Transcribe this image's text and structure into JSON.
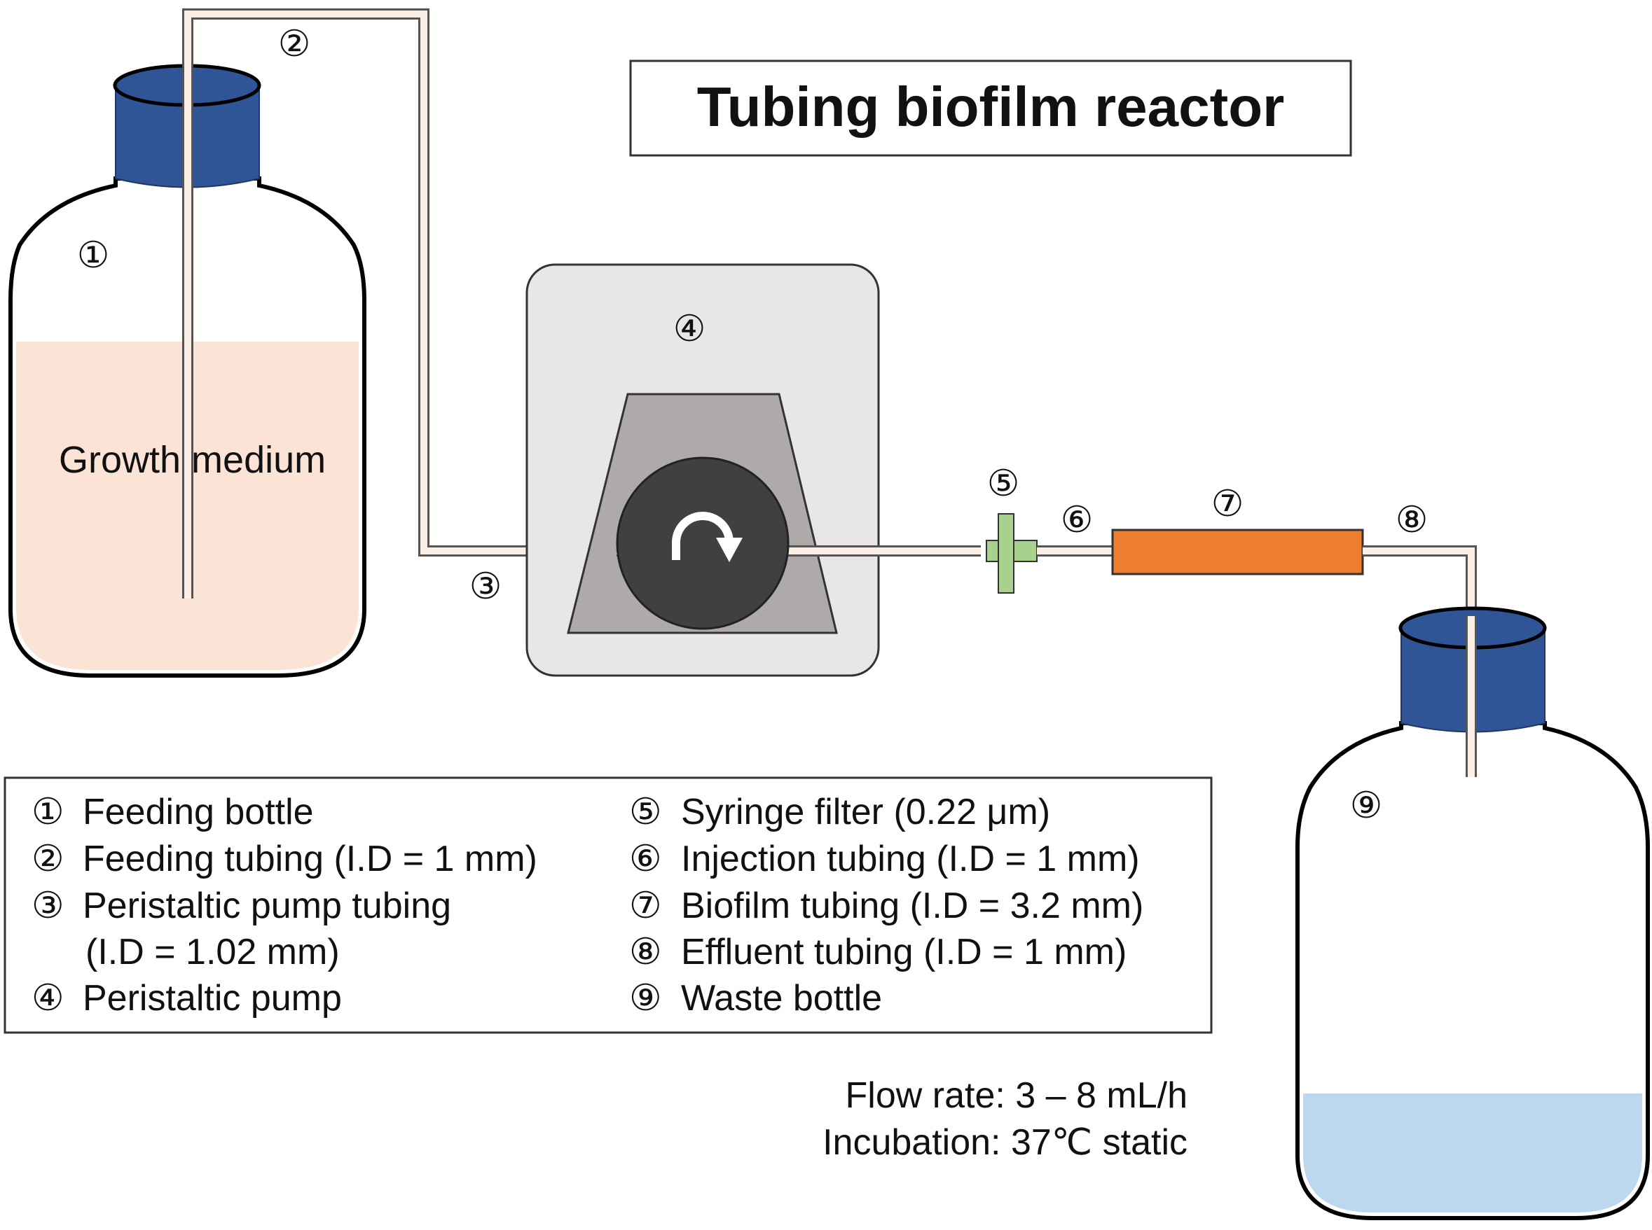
{
  "title": "Tubing biofilm reactor",
  "medium_label": "Growth medium",
  "markers": {
    "feeding_bottle": "①",
    "feeding_tubing": "②",
    "pump_tubing": "③",
    "pump": "④",
    "filter": "⑤",
    "injection_tubing": "⑥",
    "biofilm_tubing": "⑦",
    "effluent_tubing": "⑧",
    "waste_bottle": "⑨"
  },
  "legend": {
    "left": [
      {
        "num": "①",
        "text": "Feeding bottle"
      },
      {
        "num": "②",
        "text": "Feeding tubing (I.D = 1 mm)"
      },
      {
        "num": "③",
        "text": "Peristaltic pump tubing"
      },
      {
        "num": "",
        "text": "(I.D = 1.02 mm)"
      },
      {
        "num": "④",
        "text": "Peristaltic pump"
      }
    ],
    "right": [
      {
        "num": "⑤",
        "text": "Syringe filter (0.22 μm)"
      },
      {
        "num": "⑥",
        "text": "Injection tubing (I.D = 1 mm)"
      },
      {
        "num": "⑦",
        "text": "Biofilm tubing (I.D = 3.2 mm)"
      },
      {
        "num": "⑧",
        "text": "Effluent tubing (I.D = 1 mm)"
      },
      {
        "num": "⑨",
        "text": "Waste bottle"
      }
    ]
  },
  "conditions": {
    "flow_rate": "Flow rate:  3 – 8 mL/h",
    "incubation": "Incubation: 37℃ static"
  },
  "colors": {
    "cap": "#2f5597",
    "medium": "#fbe3d6",
    "waste_liquid": "#bdd7ee",
    "tubing": "#fbeee4",
    "pump_housing": "#e8e6e9",
    "pump_trapezoid": "#aeaaaa",
    "pump_rotor": "#404040",
    "filter": "#a9d18e",
    "biofilm_tube": "#ed7d31"
  }
}
